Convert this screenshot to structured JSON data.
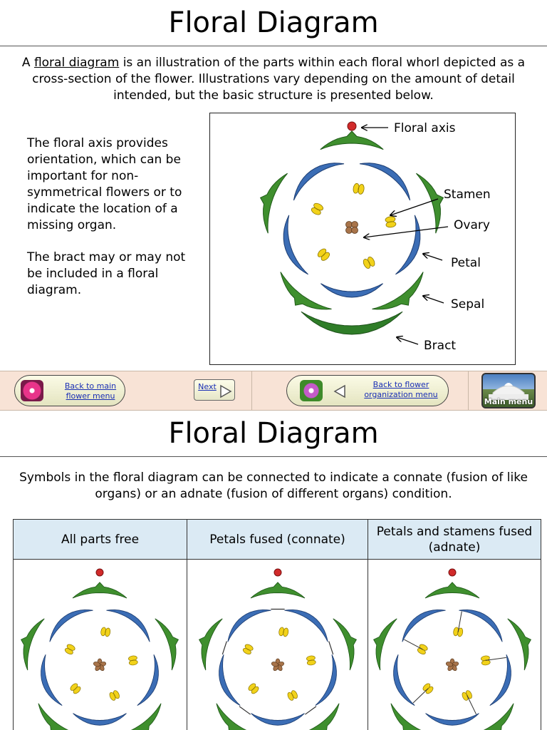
{
  "page1": {
    "title": "Floral Diagram",
    "intro": {
      "prefix": "A ",
      "link": "floral diagram",
      "rest": " is an illustration of the parts within each floral whorl depicted as a cross-section of the flower. Illustrations vary depending on the amount of detail intended, but the basic structure is presented below."
    },
    "side_text": [
      "The floral axis provides orientation, which can be important for non-symmetrical flowers or to indicate the location of a missing organ.",
      "The bract may or may not be included in a floral diagram."
    ],
    "labels": {
      "floral_axis": "Floral axis",
      "stamen": "Stamen",
      "ovary": "Ovary",
      "petal": "Petal",
      "sepal": "Sepal",
      "bract": "Bract"
    }
  },
  "nav": {
    "back_main": "Back to main flower menu",
    "next": "Next",
    "back_org": "Back to flower organization menu",
    "main_menu": "Main menu"
  },
  "page2": {
    "title": "Floral Diagram",
    "text": "Symbols in the floral diagram can be connected to indicate a connate (fusion of like organs) or an  adnate (fusion of different organs) condition.",
    "columns": [
      "All parts free",
      "Petals fused (connate)",
      "Petals and stamens fused (adnate)"
    ]
  },
  "colors": {
    "sepal_green": "#3f8f2e",
    "petal_blue": "#3b6db5",
    "stamen_yellow": "#f2d21a",
    "ovary_brown": "#a8744a",
    "axis_red": "#d12a2a",
    "nav_bg": "#f8e3d6",
    "table_header": "#dbeaf4"
  }
}
